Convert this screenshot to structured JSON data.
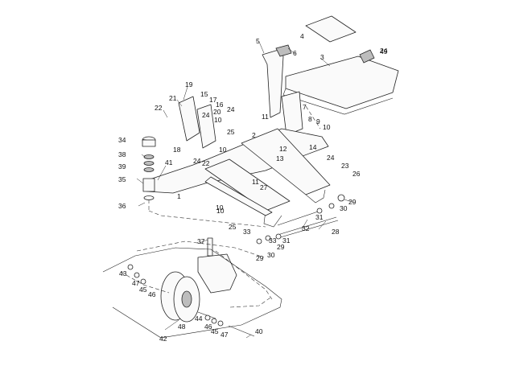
{
  "diagram": {
    "callouts": [
      "1",
      "2",
      "3",
      "4",
      "5",
      "6",
      "7",
      "8",
      "9",
      "10",
      "10",
      "10",
      "10",
      "10",
      "11",
      "11",
      "12",
      "13",
      "14",
      "15",
      "16",
      "17",
      "18",
      "19",
      "20",
      "21",
      "22",
      "22",
      "23",
      "24",
      "24",
      "24",
      "24",
      "24",
      "25",
      "25",
      "26",
      "27",
      "28",
      "29",
      "29",
      "29",
      "30",
      "30",
      "31",
      "31",
      "32",
      "33",
      "33",
      "34",
      "35",
      "36",
      "37",
      "38",
      "39",
      "40",
      "41",
      "42",
      "43",
      "44",
      "45",
      "45",
      "46",
      "46",
      "47",
      "47",
      "48",
      "49"
    ],
    "colors": {
      "line": "#222222",
      "fill": "#fafafa",
      "shade": "#bdbdbd",
      "background": "#ffffff"
    }
  }
}
